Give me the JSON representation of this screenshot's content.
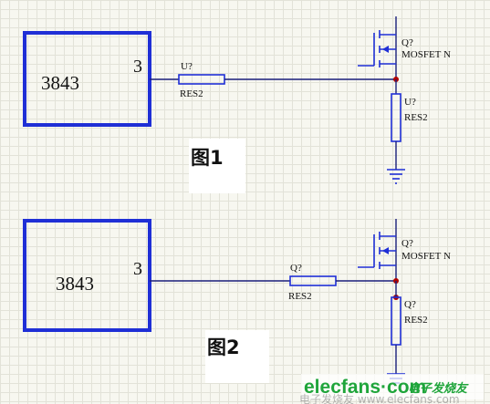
{
  "circuit_1": {
    "ic_name": "3843",
    "ic_pin": "3",
    "resistor_ref": "U?",
    "resistor_value": "RES2",
    "mosfet_ref": "Q?",
    "mosfet_value": "MOSFET N",
    "pulldown_ref": "U?",
    "pulldown_value": "RES2",
    "figure_label": "图1"
  },
  "circuit_2": {
    "ic_name": "3843",
    "ic_pin": "3",
    "resistor_ref": "Q?",
    "resistor_value": "RES2",
    "mosfet_ref": "Q?",
    "mosfet_value": "MOSFET N",
    "pulldown_ref": "Q?",
    "pulldown_value": "RES2",
    "figure_label": "图2"
  },
  "watermark": {
    "brand": "elecfans·com",
    "cn_text": "电子发烧友",
    "url": "电子发烧友 www.elecfans.com"
  },
  "colors": {
    "component_stroke": "#1f2fd6",
    "wire": "#1a1f7a",
    "junction": "#b00000",
    "watermark_green": "#1fa53b"
  }
}
